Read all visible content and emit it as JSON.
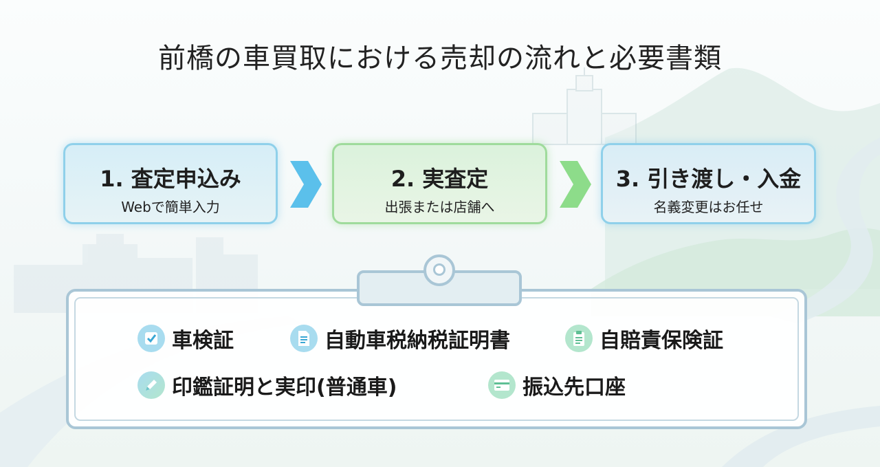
{
  "title": "前橋の車買取における売却の流れと必要書類",
  "steps": [
    {
      "title": "1. 査定申込み",
      "subtitle": "Webで簡単入力",
      "color": "#8fd0ea"
    },
    {
      "title": "2. 実査定",
      "subtitle": "出張または店舗へ",
      "color": "#9fdb9c"
    },
    {
      "title": "3. 引き渡し・入金",
      "subtitle": "名義変更はお任せ",
      "color": "#8fd0ea"
    }
  ],
  "documents": [
    {
      "label": "車検証",
      "icon": "checkbox-icon"
    },
    {
      "label": "自動車税納税証明書",
      "icon": "document-icon"
    },
    {
      "label": "自賠責保険証",
      "icon": "clipboard-icon"
    },
    {
      "label": "印鑑証明と実印(普通車)",
      "icon": "pen-icon"
    },
    {
      "label": "振込先口座",
      "icon": "card-icon"
    }
  ],
  "colors": {
    "blue_accent": "#5bc0eb",
    "green_accent": "#8ddc8a",
    "panel_border": "#a9c6d6"
  }
}
